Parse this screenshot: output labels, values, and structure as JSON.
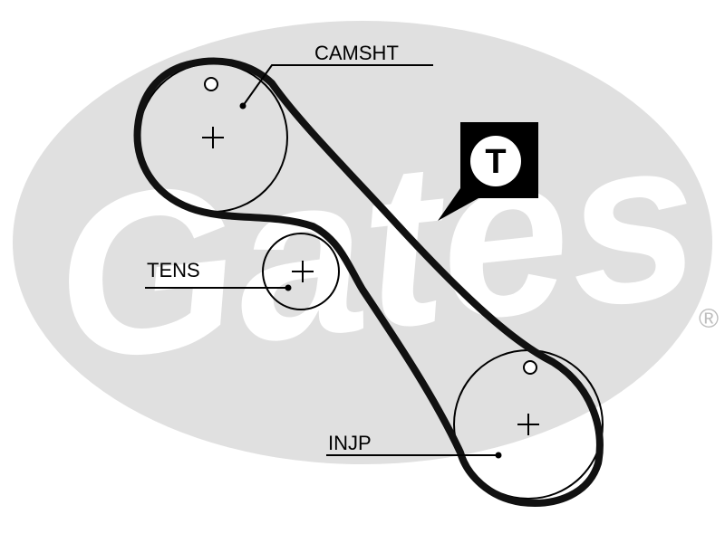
{
  "watermark": {
    "brand": "Gates",
    "registered_mark": "®",
    "color": "#e0e0e0"
  },
  "diagram": {
    "labels": {
      "camshaft": "CAMSHT",
      "tensioner": "TENS",
      "injection_pump": "INJP"
    },
    "tension_marker": "T",
    "belt_color": "#111111",
    "ink_color": "#000000"
  }
}
